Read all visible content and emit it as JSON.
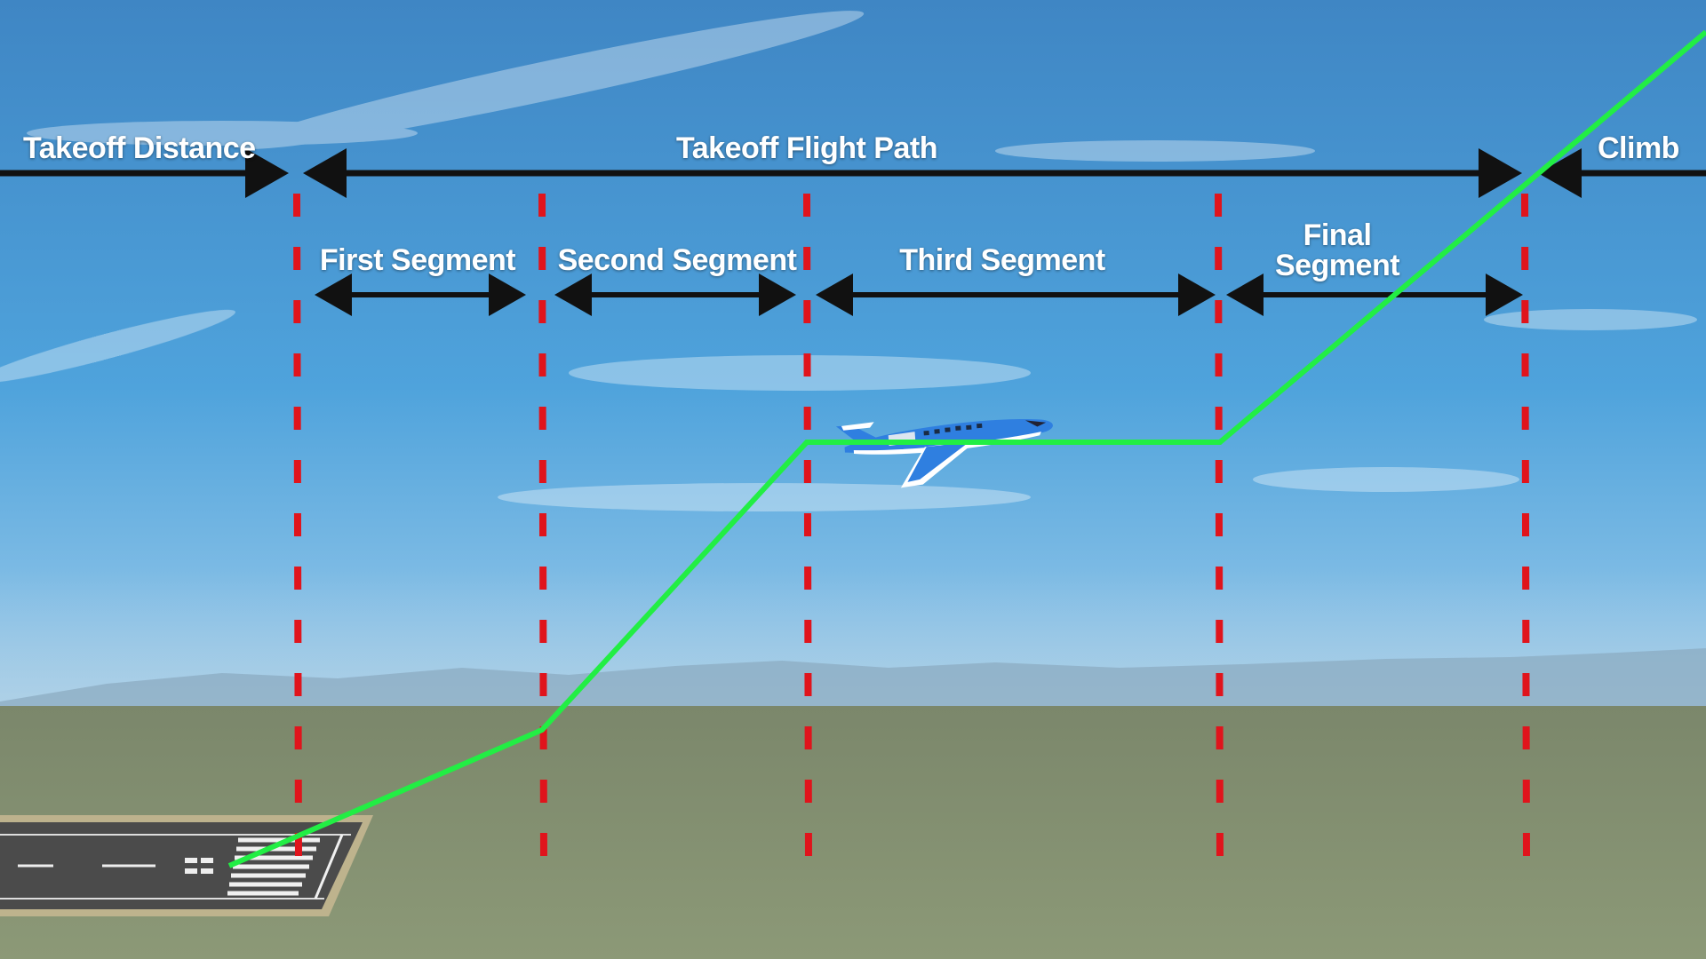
{
  "labels": {
    "takeoff_distance": "Takeoff Distance",
    "takeoff_flight_path": "Takeoff Flight Path",
    "climb": "Climb",
    "first_segment": "First Segment",
    "second_segment": "Second Segment",
    "third_segment": "Third Segment",
    "final_segment_line1": "Final",
    "final_segment_line2": "Segment"
  },
  "colors": {
    "sky_top": "#3f86c4",
    "sky_bottom": "#8cc4e8",
    "ground_top": "#7d8a6c",
    "ground_bottom": "#8b9876",
    "arrow": "#111111",
    "divider": "#e0141c",
    "flight_path": "#22ee44",
    "runway": "#4a4a4a",
    "aircraft_body": "#2f7fe0",
    "aircraft_belly": "#ffffff"
  },
  "icons": {
    "aircraft": "jet-aircraft-icon",
    "runway": "runway-icon"
  }
}
